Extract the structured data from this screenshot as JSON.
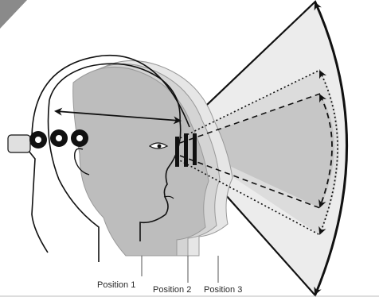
{
  "labels": {
    "position_1": "Position 1",
    "position_2": "Position 2",
    "position_3": "Position 3"
  },
  "colors": {
    "outline": "#111111",
    "head_fill_far": "#e6e6e6",
    "head_fill_mid": "#cfcfcf",
    "head_fill_near": "#b5b5b5",
    "fov_outer": "#ececec",
    "fov_mid": "#d9d9d9",
    "fov_inner": "#c4c4c4",
    "corner_marker": "#8a8a8a"
  },
  "icons": [
    "head-silhouette",
    "adjustment-knob",
    "field-of-view-arc",
    "double-arrow"
  ]
}
